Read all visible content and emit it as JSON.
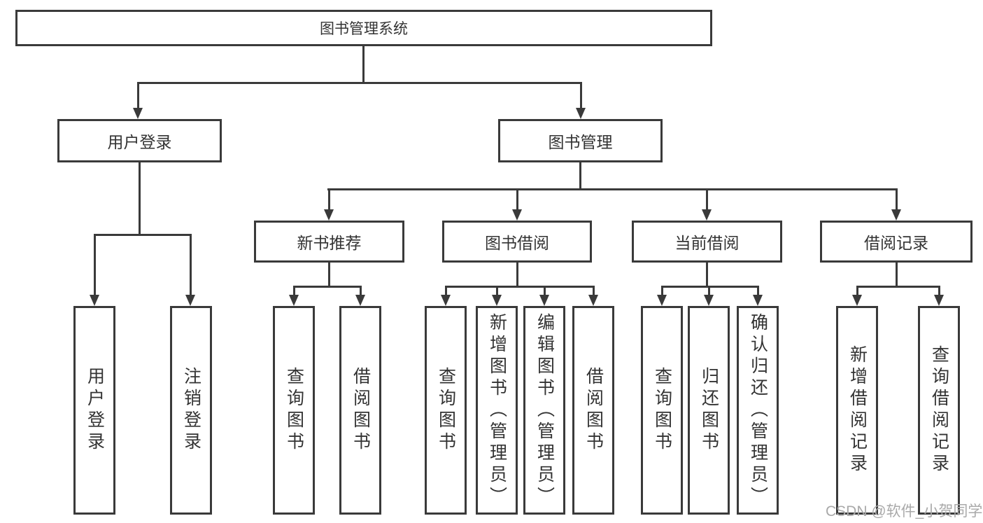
{
  "diagram_title": "图书管理系统",
  "tree": {
    "root": {
      "label": "图书管理系统"
    },
    "branches": [
      {
        "label": "用户登录",
        "children": [
          {
            "label": "用户登录"
          },
          {
            "label": "注销登录"
          }
        ]
      },
      {
        "label": "图书管理",
        "children": [
          {
            "label": "新书推荐",
            "children": [
              {
                "label": "查询图书"
              },
              {
                "label": "借阅图书"
              }
            ]
          },
          {
            "label": "图书借阅",
            "children": [
              {
                "label": "查询图书"
              },
              {
                "label": "新增图书（管理员）"
              },
              {
                "label": "编辑图书（管理员）"
              },
              {
                "label": "借阅图书"
              }
            ]
          },
          {
            "label": "当前借阅",
            "children": [
              {
                "label": "查询图书"
              },
              {
                "label": "归还图书"
              },
              {
                "label": "确认归还（管理员）"
              }
            ]
          },
          {
            "label": "借阅记录",
            "children": [
              {
                "label": "新增借阅记录"
              },
              {
                "label": "查询借阅记录"
              }
            ]
          }
        ]
      }
    ]
  },
  "watermark": "CSDN @软件_小贺同学",
  "colors": {
    "line": "#3a3a3a",
    "text": "#333333",
    "watermark": "#a9a9a9",
    "background": "#ffffff"
  }
}
